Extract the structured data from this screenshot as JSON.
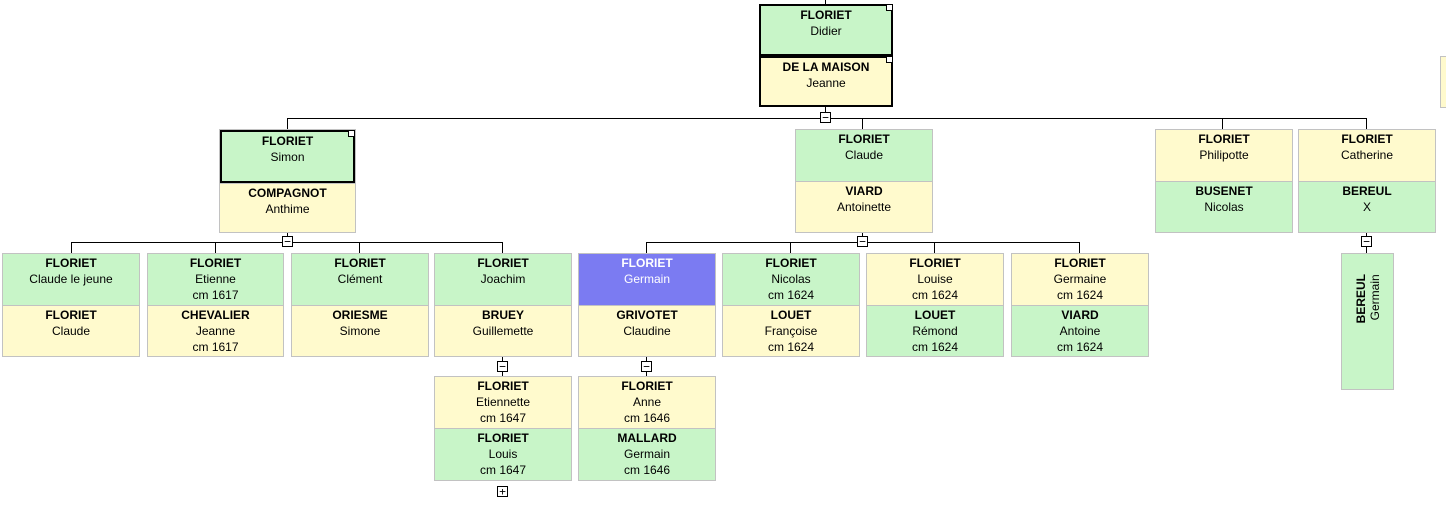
{
  "root": {
    "head": {
      "surname": "FLORIET",
      "given": "Didier"
    },
    "spouse": {
      "surname": "DE LA MAISON",
      "given": "Jeanne"
    }
  },
  "children": [
    {
      "head": {
        "surname": "FLORIET",
        "given": "Simon"
      },
      "spouse": {
        "surname": "COMPAGNOT",
        "given": "Anthime"
      }
    },
    {
      "head": {
        "surname": "FLORIET",
        "given": "Claude"
      },
      "spouse": {
        "surname": "VIARD",
        "given": "Antoinette"
      }
    },
    {
      "head": {
        "surname": "FLORIET",
        "given": "Philipotte"
      },
      "spouse": {
        "surname": "BUSENET",
        "given": "Nicolas"
      }
    },
    {
      "head": {
        "surname": "FLORIET",
        "given": "Catherine"
      },
      "spouse": {
        "surname": "BEREUL",
        "given": "X"
      }
    }
  ],
  "simon_children": [
    {
      "head": {
        "surname": "FLORIET",
        "given": "Claude le jeune"
      },
      "spouse": {
        "surname": "FLORIET",
        "given": "Claude"
      }
    },
    {
      "head": {
        "surname": "FLORIET",
        "given": "Etienne",
        "note": "cm 1617"
      },
      "spouse": {
        "surname": "CHEVALIER",
        "given": "Jeanne",
        "note": "cm 1617"
      }
    },
    {
      "head": {
        "surname": "FLORIET",
        "given": "Clément"
      },
      "spouse": {
        "surname": "ORIESME",
        "given": "Simone"
      }
    },
    {
      "head": {
        "surname": "FLORIET",
        "given": "Joachim"
      },
      "spouse": {
        "surname": "BRUEY",
        "given": "Guillemette"
      }
    }
  ],
  "claude_children": [
    {
      "head": {
        "surname": "FLORIET",
        "given": "Germain"
      },
      "spouse": {
        "surname": "GRIVOTET",
        "given": "Claudine"
      }
    },
    {
      "head": {
        "surname": "FLORIET",
        "given": "Nicolas",
        "note": "cm 1624"
      },
      "spouse": {
        "surname": "LOUET",
        "given": "Françoise",
        "note": "cm 1624"
      }
    },
    {
      "head": {
        "surname": "FLORIET",
        "given": "Louise",
        "note": "cm 1624"
      },
      "spouse": {
        "surname": "LOUET",
        "given": "Rémond",
        "note": "cm 1624"
      }
    },
    {
      "head": {
        "surname": "FLORIET",
        "given": "Germaine",
        "note": "cm 1624"
      },
      "spouse": {
        "surname": "VIARD",
        "given": "Antoine",
        "note": "cm 1624"
      }
    }
  ],
  "joachim_child": {
    "head": {
      "surname": "FLORIET",
      "given": "Etiennette",
      "note": "cm 1647"
    },
    "spouse": {
      "surname": "FLORIET",
      "given": "Louis",
      "note": "cm 1647"
    }
  },
  "germain_child": {
    "head": {
      "surname": "FLORIET",
      "given": "Anne",
      "note": "cm 1646"
    },
    "spouse": {
      "surname": "MALLARD",
      "given": "Germain",
      "note": "cm 1646"
    }
  },
  "catherine_child": {
    "surname": "BEREUL",
    "given": "Germain"
  },
  "toggles": {
    "collapse": "−",
    "expand": "+"
  },
  "colors": {
    "male": "#c8f5c8",
    "female": "#fffacd",
    "selected": "#7b7bf2",
    "line": "#000000"
  }
}
